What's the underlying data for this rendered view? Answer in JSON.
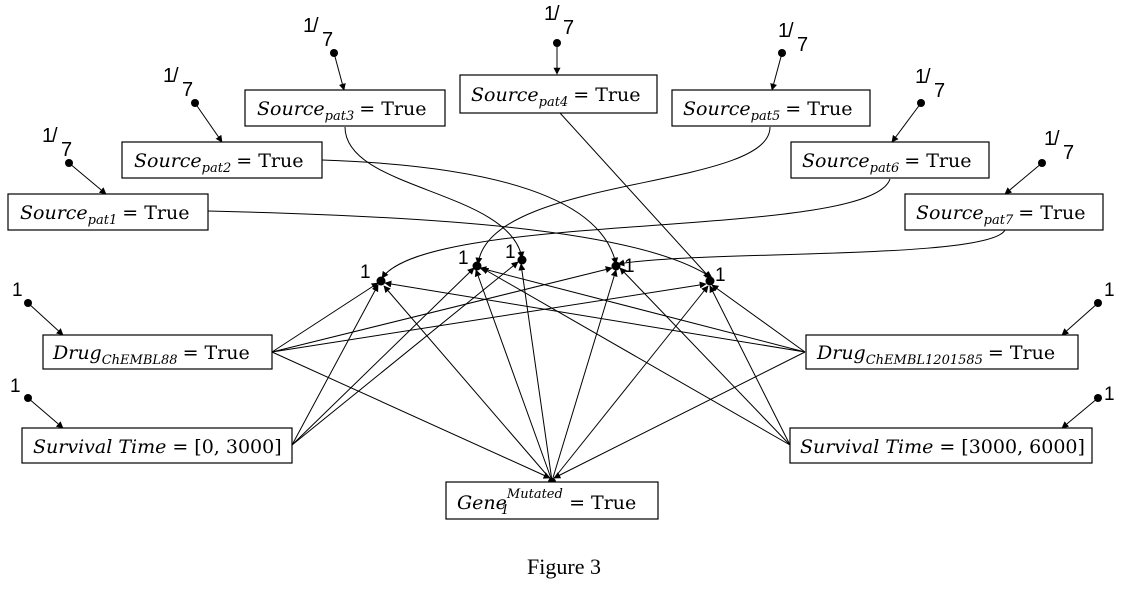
{
  "diagram": {
    "caption": "Figure 3",
    "sources": [
      {
        "base": "Source",
        "sub": "pat1",
        "eq": "= True",
        "prior_num": "1",
        "prior_den": "7"
      },
      {
        "base": "Source",
        "sub": "pat2",
        "eq": "= True",
        "prior_num": "1",
        "prior_den": "7"
      },
      {
        "base": "Source",
        "sub": "pat3",
        "eq": "= True",
        "prior_num": "1",
        "prior_den": "7"
      },
      {
        "base": "Source",
        "sub": "pat4",
        "eq": "= True",
        "prior_num": "1",
        "prior_den": "7"
      },
      {
        "base": "Source",
        "sub": "pat5",
        "eq": "= True",
        "prior_num": "1",
        "prior_den": "7"
      },
      {
        "base": "Source",
        "sub": "pat6",
        "eq": "= True",
        "prior_num": "1",
        "prior_den": "7"
      },
      {
        "base": "Source",
        "sub": "pat7",
        "eq": "= True",
        "prior_num": "1",
        "prior_den": "7"
      }
    ],
    "drug_left": {
      "base": "Drug",
      "sub": "ChEMBL88",
      "eq": "= True",
      "prior": "1"
    },
    "drug_right": {
      "base": "Drug",
      "sub": "ChEMBL1201585",
      "eq": "= True",
      "prior": "1"
    },
    "surv_left": {
      "italic": "Survival Time",
      "eq": "= [0, 3000]",
      "prior": "1"
    },
    "surv_right": {
      "italic": "Survival Time",
      "eq": "= [3000, 6000]",
      "prior": "1"
    },
    "gene": {
      "base": "Gene",
      "sub": "1",
      "sup": "Mutated",
      "eq": "= True"
    },
    "hub_labels": [
      "1",
      "1",
      "1",
      "1",
      "1"
    ]
  }
}
